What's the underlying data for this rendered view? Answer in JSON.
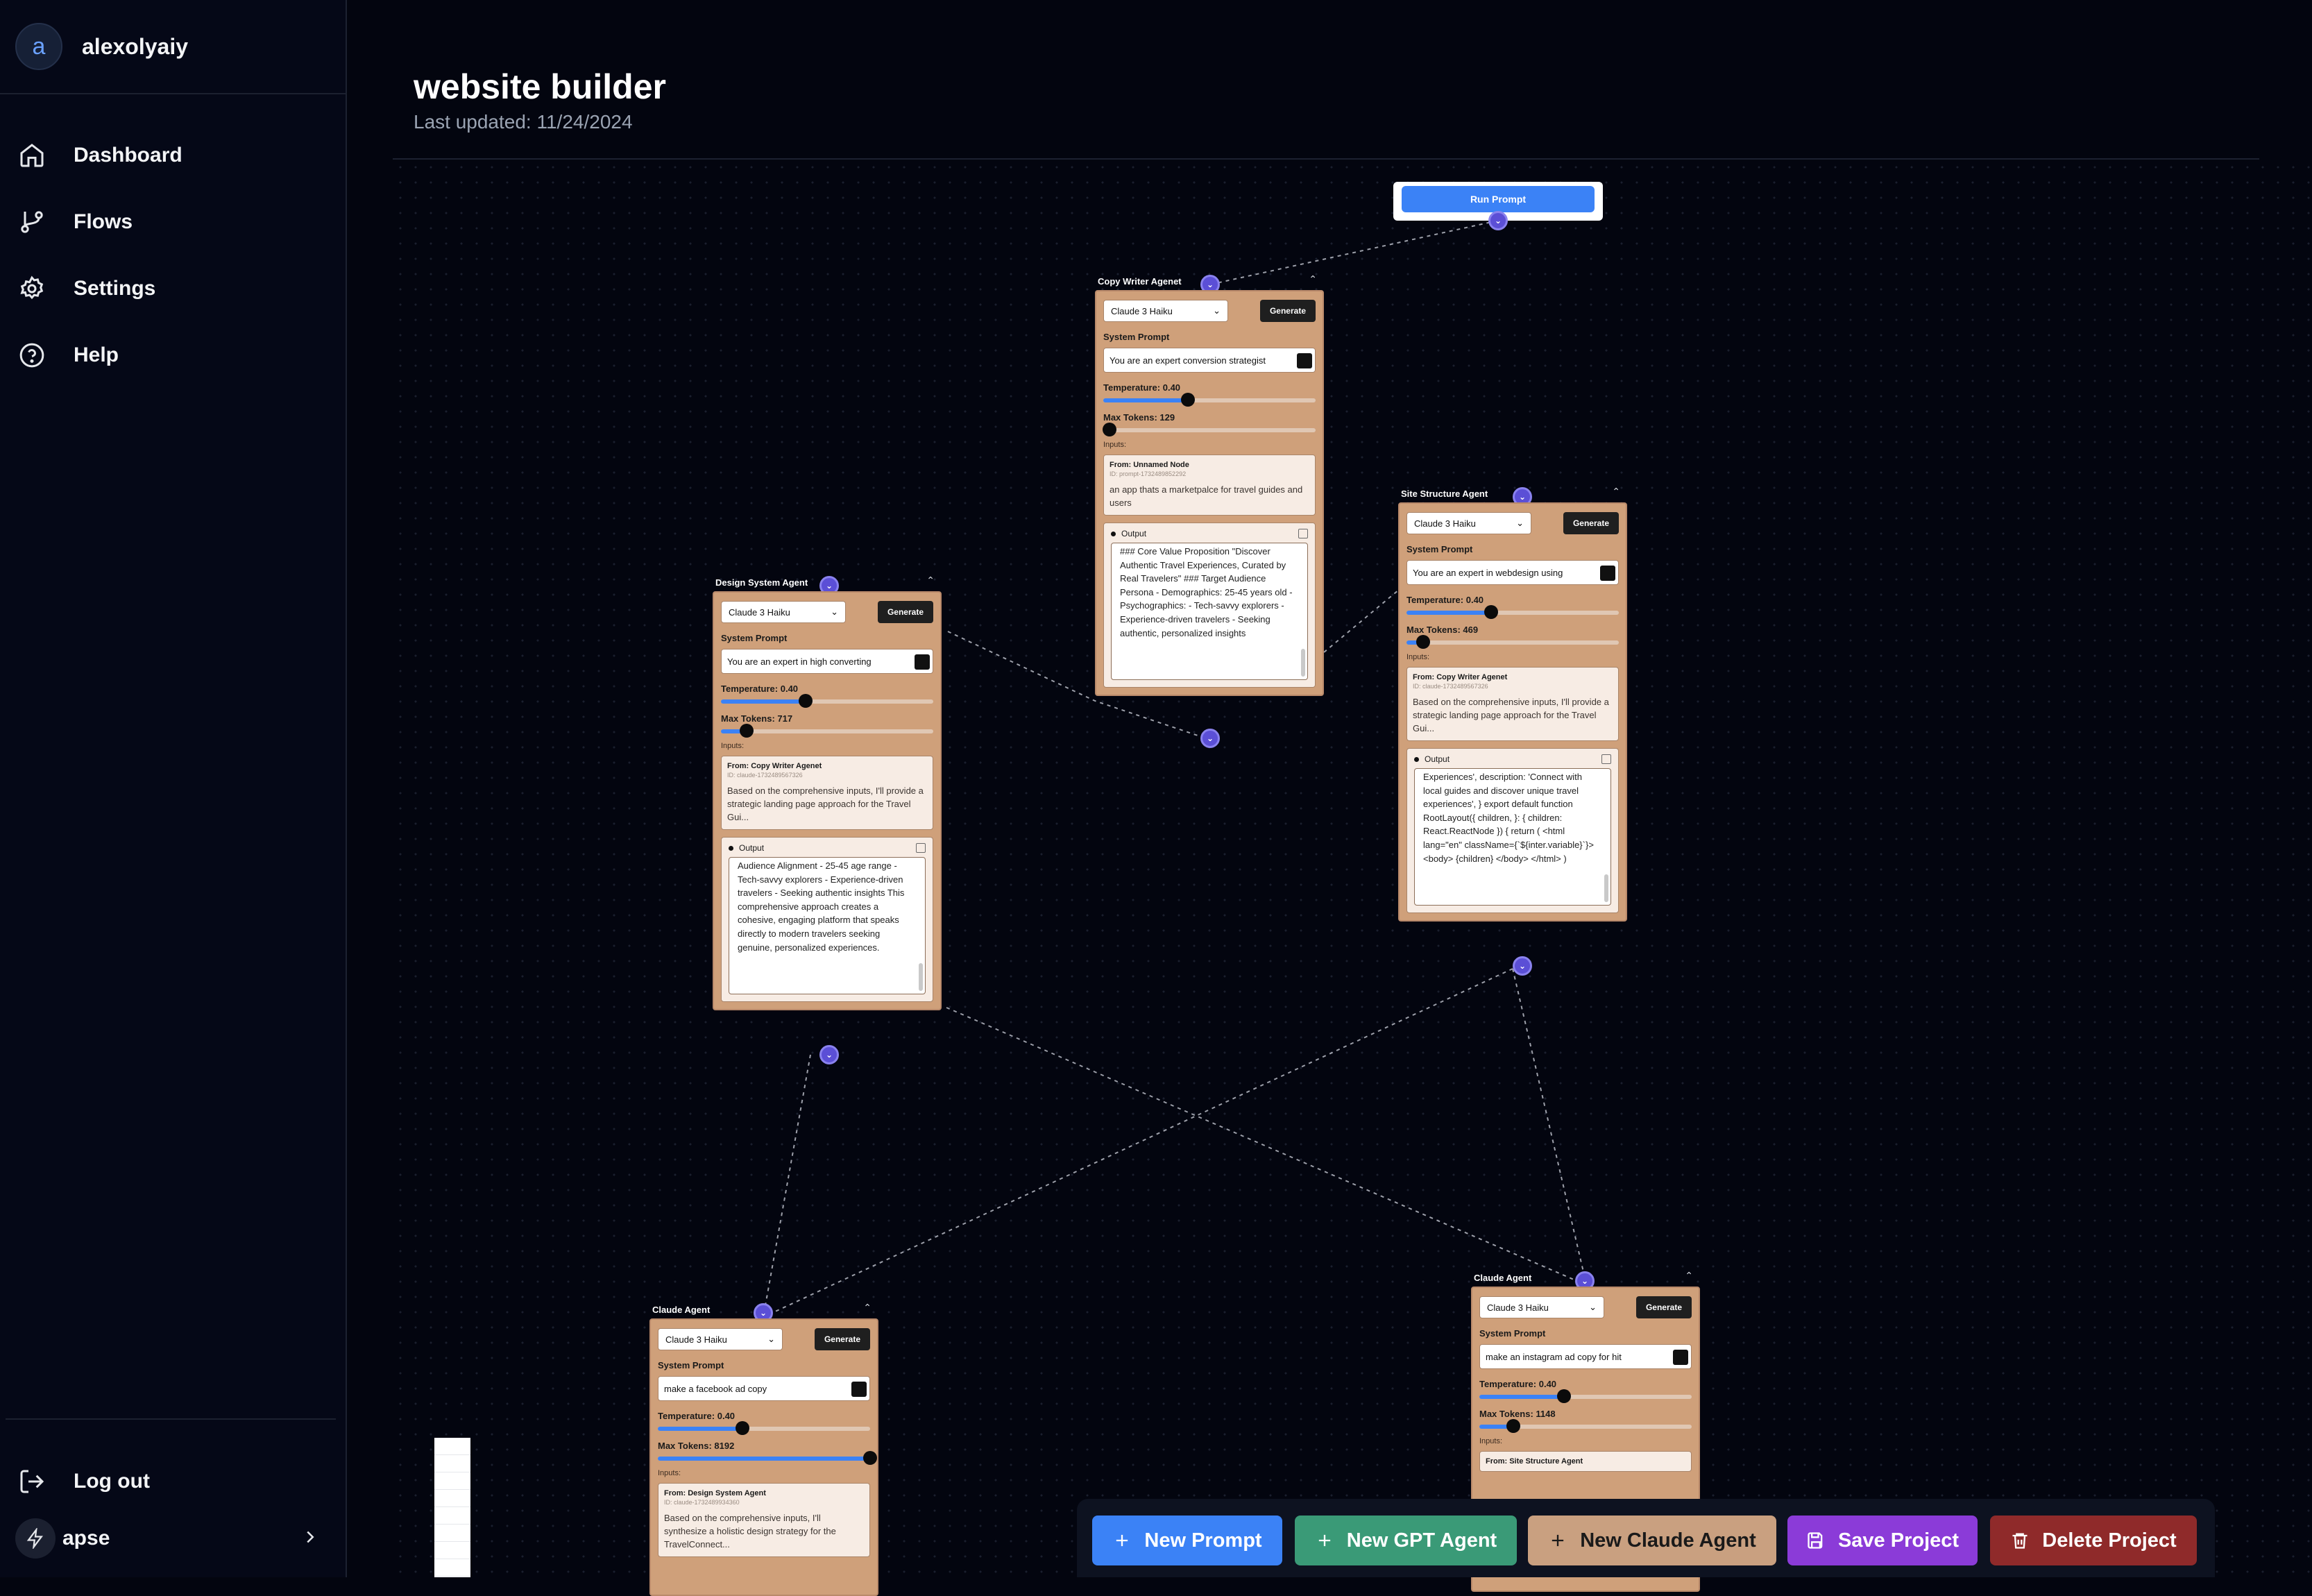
{
  "sidebar": {
    "avatar_letter": "a",
    "username": "alexolyaiy",
    "nav": [
      {
        "label": "Dashboard",
        "icon": "home-icon"
      },
      {
        "label": "Flows",
        "icon": "branch-icon"
      },
      {
        "label": "Settings",
        "icon": "gear-icon"
      },
      {
        "label": "Help",
        "icon": "help-icon"
      }
    ],
    "logout_label": "Log out",
    "app_name": "apse"
  },
  "header": {
    "title": "website builder",
    "last_updated": "Last updated: 11/24/2024"
  },
  "prompt_node": {
    "run_label": "Run Prompt"
  },
  "common": {
    "generate_label": "Generate",
    "system_prompt_label": "System Prompt",
    "inputs_label": "Inputs:",
    "output_label": "Output"
  },
  "nodes": {
    "copy_writer": {
      "title": "Copy Writer Agenet",
      "model": "Claude 3 Haiku",
      "system_prompt": "You are an expert conversion strategist",
      "temperature_label": "Temperature: 0.40",
      "temperature": 0.4,
      "max_tokens_label": "Max Tokens: 129",
      "max_tokens": 129,
      "input_from": "From: Unnamed Node",
      "input_id": "ID: prompt-1732489852292",
      "input_text": "an app thats a marketpalce for travel guides and users",
      "output_text": "### Core Value Proposition \"Discover Authentic Travel Experiences, Curated by Real Travelers\" ### Target Audience Persona - Demographics: 25-45 years old - Psychographics: - Tech-savvy explorers - Experience-driven travelers - Seeking authentic, personalized insights"
    },
    "site_structure": {
      "title": "Site Structure Agent",
      "model": "Claude 3 Haiku",
      "system_prompt": "You are an expert in webdesign using",
      "temperature_label": "Temperature: 0.40",
      "temperature": 0.4,
      "max_tokens_label": "Max Tokens: 469",
      "max_tokens": 469,
      "input_from": "From: Copy Writer Agenet",
      "input_id": "ID: claude-1732489567326",
      "input_text": "Based on the comprehensive inputs, I'll provide a strategic landing page approach for the Travel Gui...",
      "output_text": "Experiences', description: 'Connect with local guides and discover unique travel experiences', } export default function RootLayout({ children, }: { children: React.ReactNode }) { return ( <html lang=\"en\" className={`${inter.variable}`}> <body> {children} </body> </html> )"
    },
    "design_system": {
      "title": "Design System Agent",
      "model": "Claude 3 Haiku",
      "system_prompt": "You are an expert in high converting",
      "temperature_label": "Temperature: 0.40",
      "temperature": 0.4,
      "max_tokens_label": "Max Tokens: 717",
      "max_tokens": 717,
      "input_from": "From: Copy Writer Agenet",
      "input_id": "ID: claude-1732489567326",
      "input_text": "Based on the comprehensive inputs, I'll provide a strategic landing page approach for the Travel Gui...",
      "output_text": "Audience Alignment - 25-45 age range - Tech-savvy explorers - Experience-driven travelers - Seeking authentic insights This comprehensive approach creates a cohesive, engaging platform that speaks directly to modern travelers seeking genuine, personalized experiences."
    },
    "claude_left": {
      "title": "Claude Agent",
      "model": "Claude 3 Haiku",
      "system_prompt": "make a facebook ad copy",
      "temperature_label": "Temperature: 0.40",
      "temperature": 0.4,
      "max_tokens_label": "Max Tokens: 8192",
      "max_tokens": 8192,
      "input_from": "From: Design System Agent",
      "input_id": "ID: claude-1732489934360",
      "input_text": "Based on the comprehensive inputs, I'll synthesize a holistic design strategy for the TravelConnect..."
    },
    "claude_right": {
      "title": "Claude Agent",
      "model": "Claude 3 Haiku",
      "system_prompt": "make an instagram ad copy for hit",
      "temperature_label": "Temperature: 0.40",
      "temperature": 0.4,
      "max_tokens_label": "Max Tokens: 1148",
      "max_tokens": 1148,
      "input_from": "From: Site Structure Agent"
    }
  },
  "toolbar": {
    "new_prompt": "New Prompt",
    "new_gpt": "New GPT Agent",
    "new_claude": "New Claude Agent",
    "save": "Save Project",
    "delete": "Delete Project"
  },
  "colors": {
    "background": "#03050f",
    "node": "#cfa07a",
    "handle": "#5b4fd6",
    "run_button": "#3b82f6",
    "new_prompt": "#3b82f6",
    "new_gpt": "#3a9a77",
    "new_claude": "#c9a080",
    "save": "#8b3bd8",
    "delete": "#8f2a2a"
  }
}
